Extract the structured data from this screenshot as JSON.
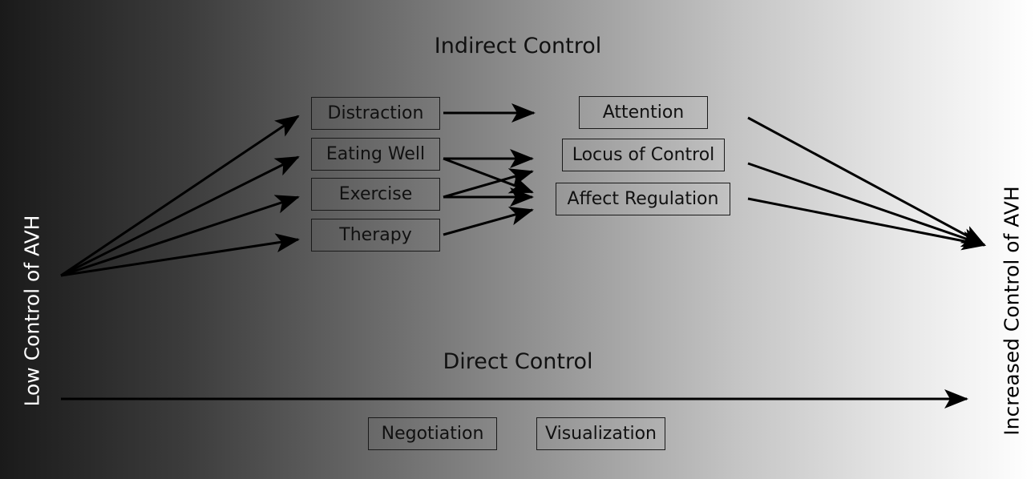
{
  "headings": {
    "indirect": "Indirect Control",
    "direct": "Direct Control"
  },
  "side_labels": {
    "left": "Low Control of AVH",
    "right": "Increased Control of AVH"
  },
  "strategies": {
    "distraction": "Distraction",
    "eating_well": "Eating Well",
    "exercise": "Exercise",
    "therapy": "Therapy"
  },
  "mechanisms": {
    "attention": "Attention",
    "locus_of_control": "Locus of Control",
    "affect_regulation": "Affect Regulation"
  },
  "direct_strategies": {
    "negotiation": "Negotiation",
    "visualization": "Visualization"
  }
}
